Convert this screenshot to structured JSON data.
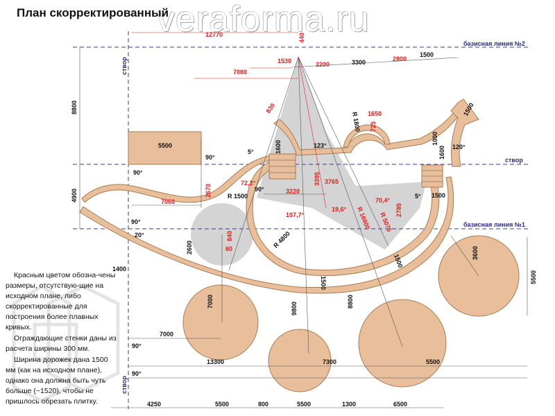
{
  "title": "План скорректированный",
  "watermark": "veraforma.ru",
  "notes": {
    "p1": "Красным цветом обозна-чены размеры, отсутствую-щие на исходном плане, либо скорректированные для построения более плавных кривых.",
    "p2": "Ограждающие стенки даны из расчета ширины 300 мм.",
    "p3": "Ширина дорожек дана 1500 мм (как на исходном плане), однако она должна быть чуть больше (~1520), чтобы не пришлось обрезать плитку."
  },
  "guides": {
    "base2": "базисная линия №2",
    "base1": "базисная линия №1",
    "stvor_right": "створ",
    "stvor_top": "створ",
    "stvor_bottom": "створ"
  },
  "colors": {
    "fill": "#E8BF9A",
    "stroke": "#A87A52",
    "red": "#E02020",
    "guide": "#3A3A9A",
    "shade": "#D4D4D4"
  },
  "dims_black": {
    "d8800a": "8800",
    "d4900": "4900",
    "d5500a": "5500",
    "d3300": "3300",
    "d1500a": "1500",
    "d1500b": "1500",
    "d1500c": "1500",
    "d1500d": "1500",
    "d1500e": "1500",
    "d1000": "1000",
    "d1600a": "1600",
    "d1600b": "1600",
    "d2600": "2600",
    "d1400": "1400",
    "d7000a": "7000",
    "d7000b": "7000",
    "d9800": "9800",
    "d8800b": "8800",
    "d3600": "3600",
    "d5500b": "5500",
    "d13300": "13300",
    "d7300": "7300",
    "d5500c": "5500",
    "b4250": "4250",
    "b5500": "5500",
    "b800": "800",
    "b5500b": "5500",
    "b1300": "1300",
    "b6500": "6500",
    "r1500": "R 1500",
    "r1800": "R 1800",
    "r4800": "R 4800",
    "a90a": "90°",
    "a90b": "90°",
    "a90c": "90°",
    "a90d": "90°",
    "a90e": "90°",
    "a90f": "90°",
    "a5a": "5°",
    "a5b": "5°",
    "a120": "120°",
    "a123": "123°",
    "a20": "20°"
  },
  "dims_red": {
    "d12770": "12770",
    "d440": "440",
    "d1530": "1530",
    "d2200": "2200",
    "d2800": "2800",
    "d7080": "7080",
    "d830": "830",
    "d1650": "1650",
    "d725": "725",
    "d3395": "3395",
    "d3220": "3220",
    "d3765": "3765",
    "d2670": "2670",
    "d7060": "7060",
    "d72": "72,2°",
    "d107": "107,7°",
    "d19": "19,6°",
    "d70": "70,4°",
    "d2785": "2785",
    "d16600": "R 16600",
    "d5075": "R 5075",
    "d840": "840",
    "d60": "60"
  }
}
